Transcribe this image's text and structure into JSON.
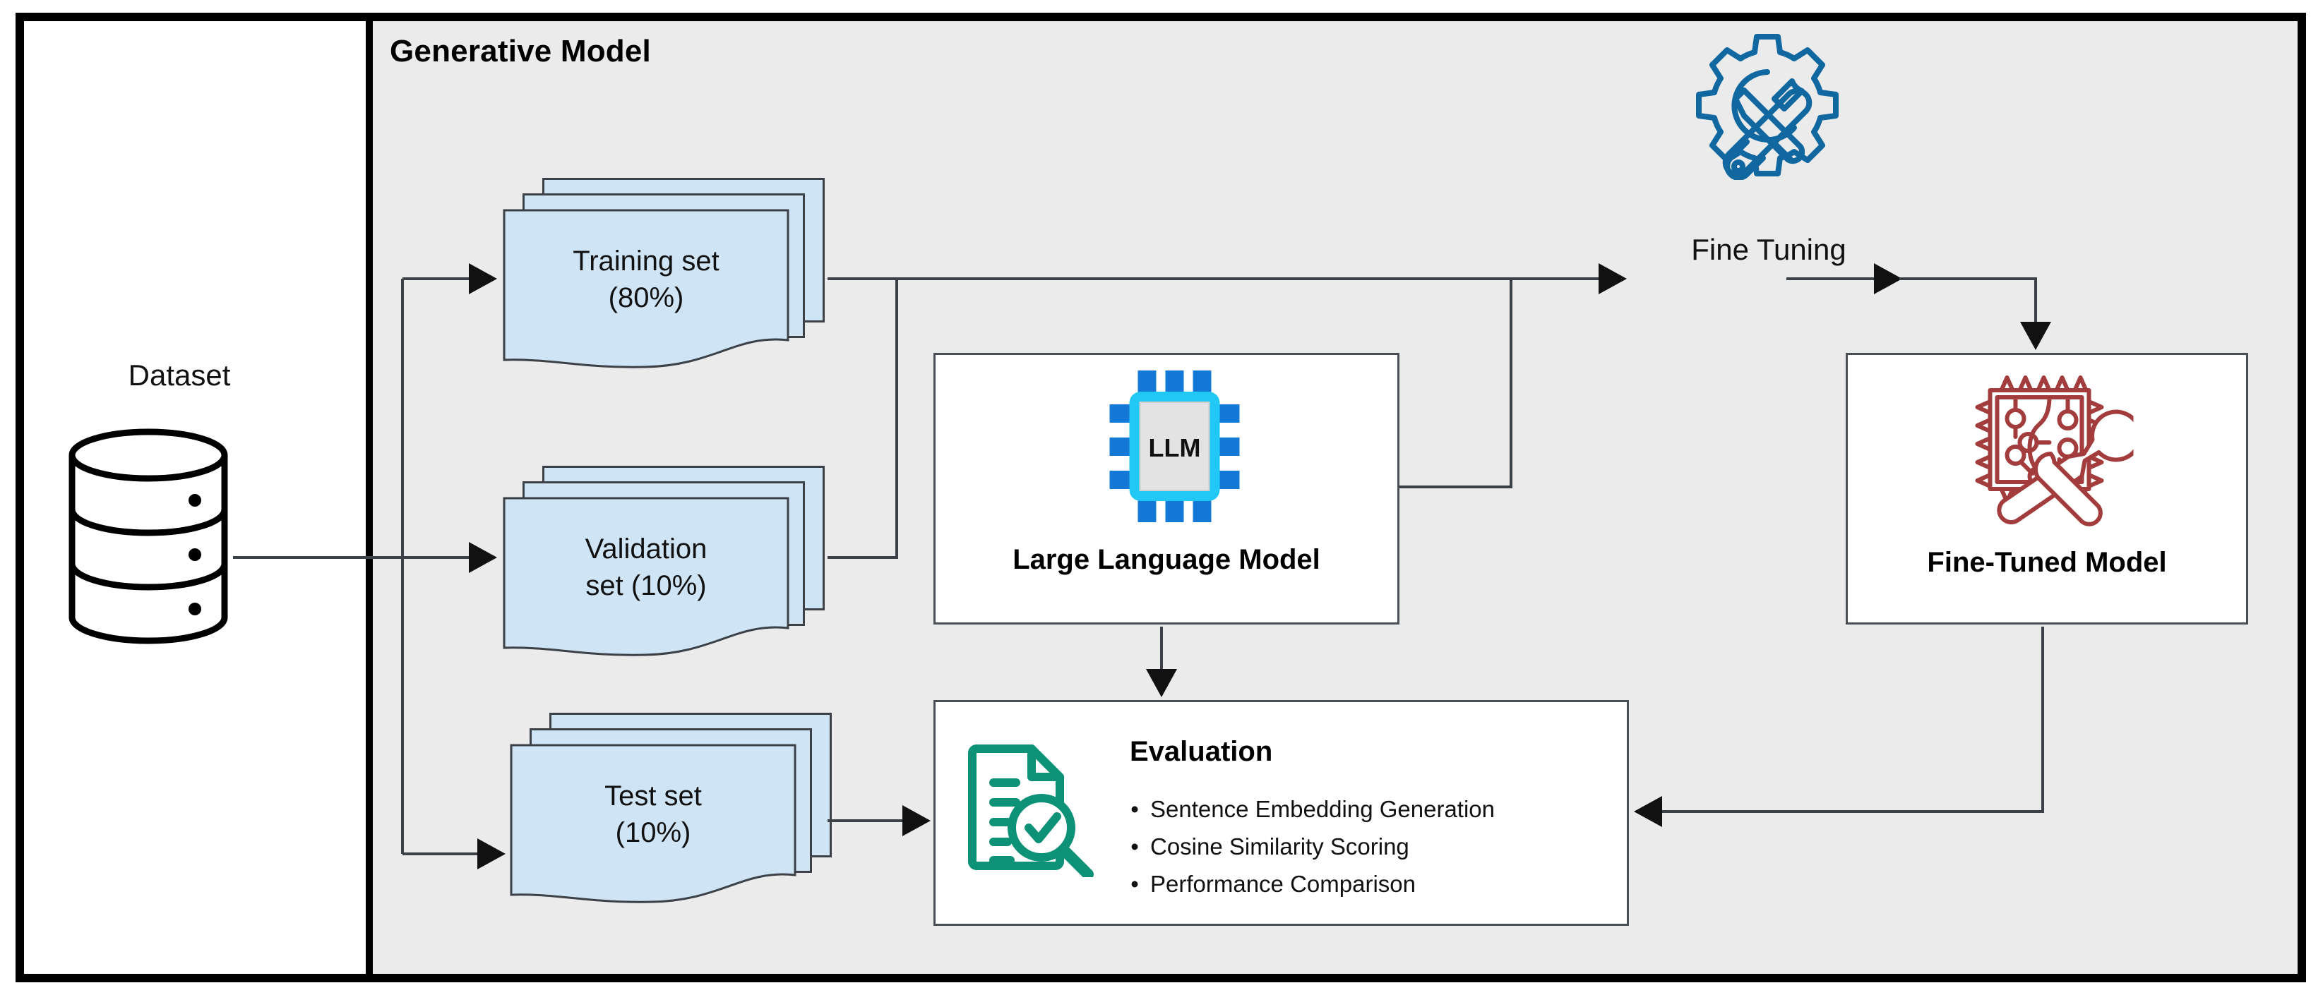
{
  "diagram": {
    "outer_frame": "diagram-border",
    "panel_title": "Generative Model",
    "dataset": {
      "label": "Dataset",
      "icon": "database-cylinder-icon"
    },
    "splits": [
      {
        "id": "training",
        "line1": "Training set",
        "line2": "(80%)",
        "icon": "stacked-documents-icon"
      },
      {
        "id": "validation",
        "line1": "Validation",
        "line2": "set (10%)",
        "icon": "stacked-documents-icon"
      },
      {
        "id": "test",
        "line1": "Test set",
        "line2": "(10%)",
        "icon": "stacked-documents-icon"
      }
    ],
    "llm_box": {
      "chip_label": "LLM",
      "caption": "Large Language Model",
      "icon": "cpu-chip-icon"
    },
    "fine_tuning": {
      "label": "Fine Tuning",
      "icon": "gear-wrench-screwdriver-icon"
    },
    "fine_tuned_box": {
      "caption": "Fine-Tuned Model",
      "icon": "tuned-chip-wrench-icon"
    },
    "evaluation_box": {
      "title": "Evaluation",
      "icon": "document-magnifier-check-icon",
      "bullets": [
        "Sentence Embedding Generation",
        "Cosine Similarity Scoring",
        "Performance Comparison"
      ]
    },
    "colors": {
      "panel_bg": "#ebebeb",
      "split_fill": "#cfe4f5",
      "split_stroke": "#3b4147",
      "chip_cyan": "#22c8f5",
      "chip_blue": "#1479d6",
      "chip_inner": "#e3e3e3",
      "fine_tuning_blue": "#11679f",
      "fine_tuned_red": "#a33c3c",
      "evaluation_teal": "#0d9177",
      "line": "#3b4147",
      "frame": "#000000"
    }
  }
}
